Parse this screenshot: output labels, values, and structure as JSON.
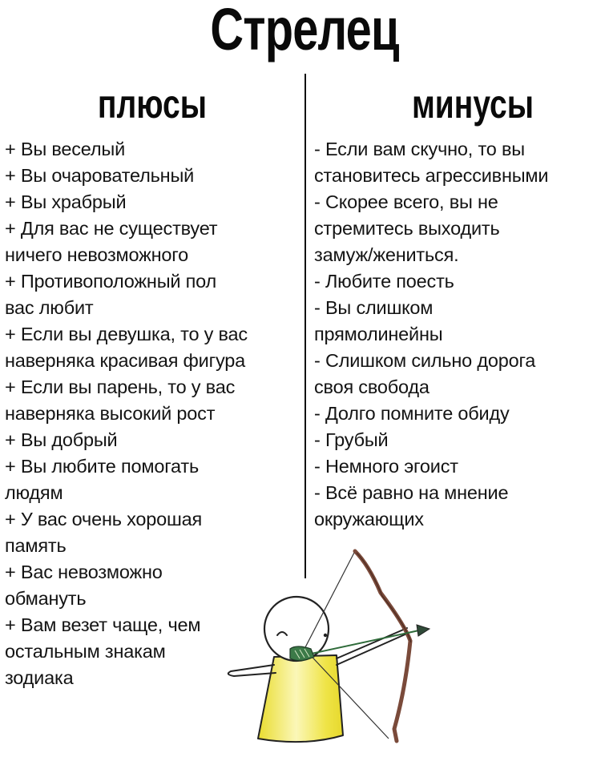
{
  "title": "Стрелец",
  "columns": {
    "pros": {
      "heading": "плюсы",
      "lines": [
        "+ Вы веселый",
        "+ Вы очаровательный",
        "+ Вы храбрый",
        "+ Для вас не существует",
        "ничего невозможного",
        "+ Противоположный пол",
        "вас любит",
        "+ Если вы девушка, то у вас",
        "наверняка красивая фигура",
        "+ Если вы парень, то у вас",
        "наверняка высокий рост",
        "+ Вы добрый",
        "+ Вы любите помогать",
        "людям",
        "+ У вас очень хорошая",
        "память",
        "+ Вас невозможно",
        "обмануть",
        "+ Вам везет чаще, чем",
        "остальным знакам",
        "зодиака"
      ]
    },
    "cons": {
      "heading": "минусы",
      "lines": [
        "- Если вам скучно, то вы",
        "становитесь агрессивными",
        "- Скорее всего, вы не",
        "стремитесь выходить",
        "замуж/жениться.",
        "- Любите поесть",
        "- Вы слишком",
        "прямолинейны",
        "- Слишком сильно дорога",
        "своя свобода",
        "- Долго помните обиду",
        "- Грубый",
        "- Немного эгоист",
        "- Всё равно на мнение",
        "окружающих"
      ]
    }
  },
  "illustration": {
    "name": "archer-drawing",
    "colors": {
      "body": "#f2e84a",
      "body_highlight": "#fbf7b0",
      "bow": "#7a4a3a",
      "arrow": "#2f6b3a",
      "outline": "#222222"
    }
  }
}
